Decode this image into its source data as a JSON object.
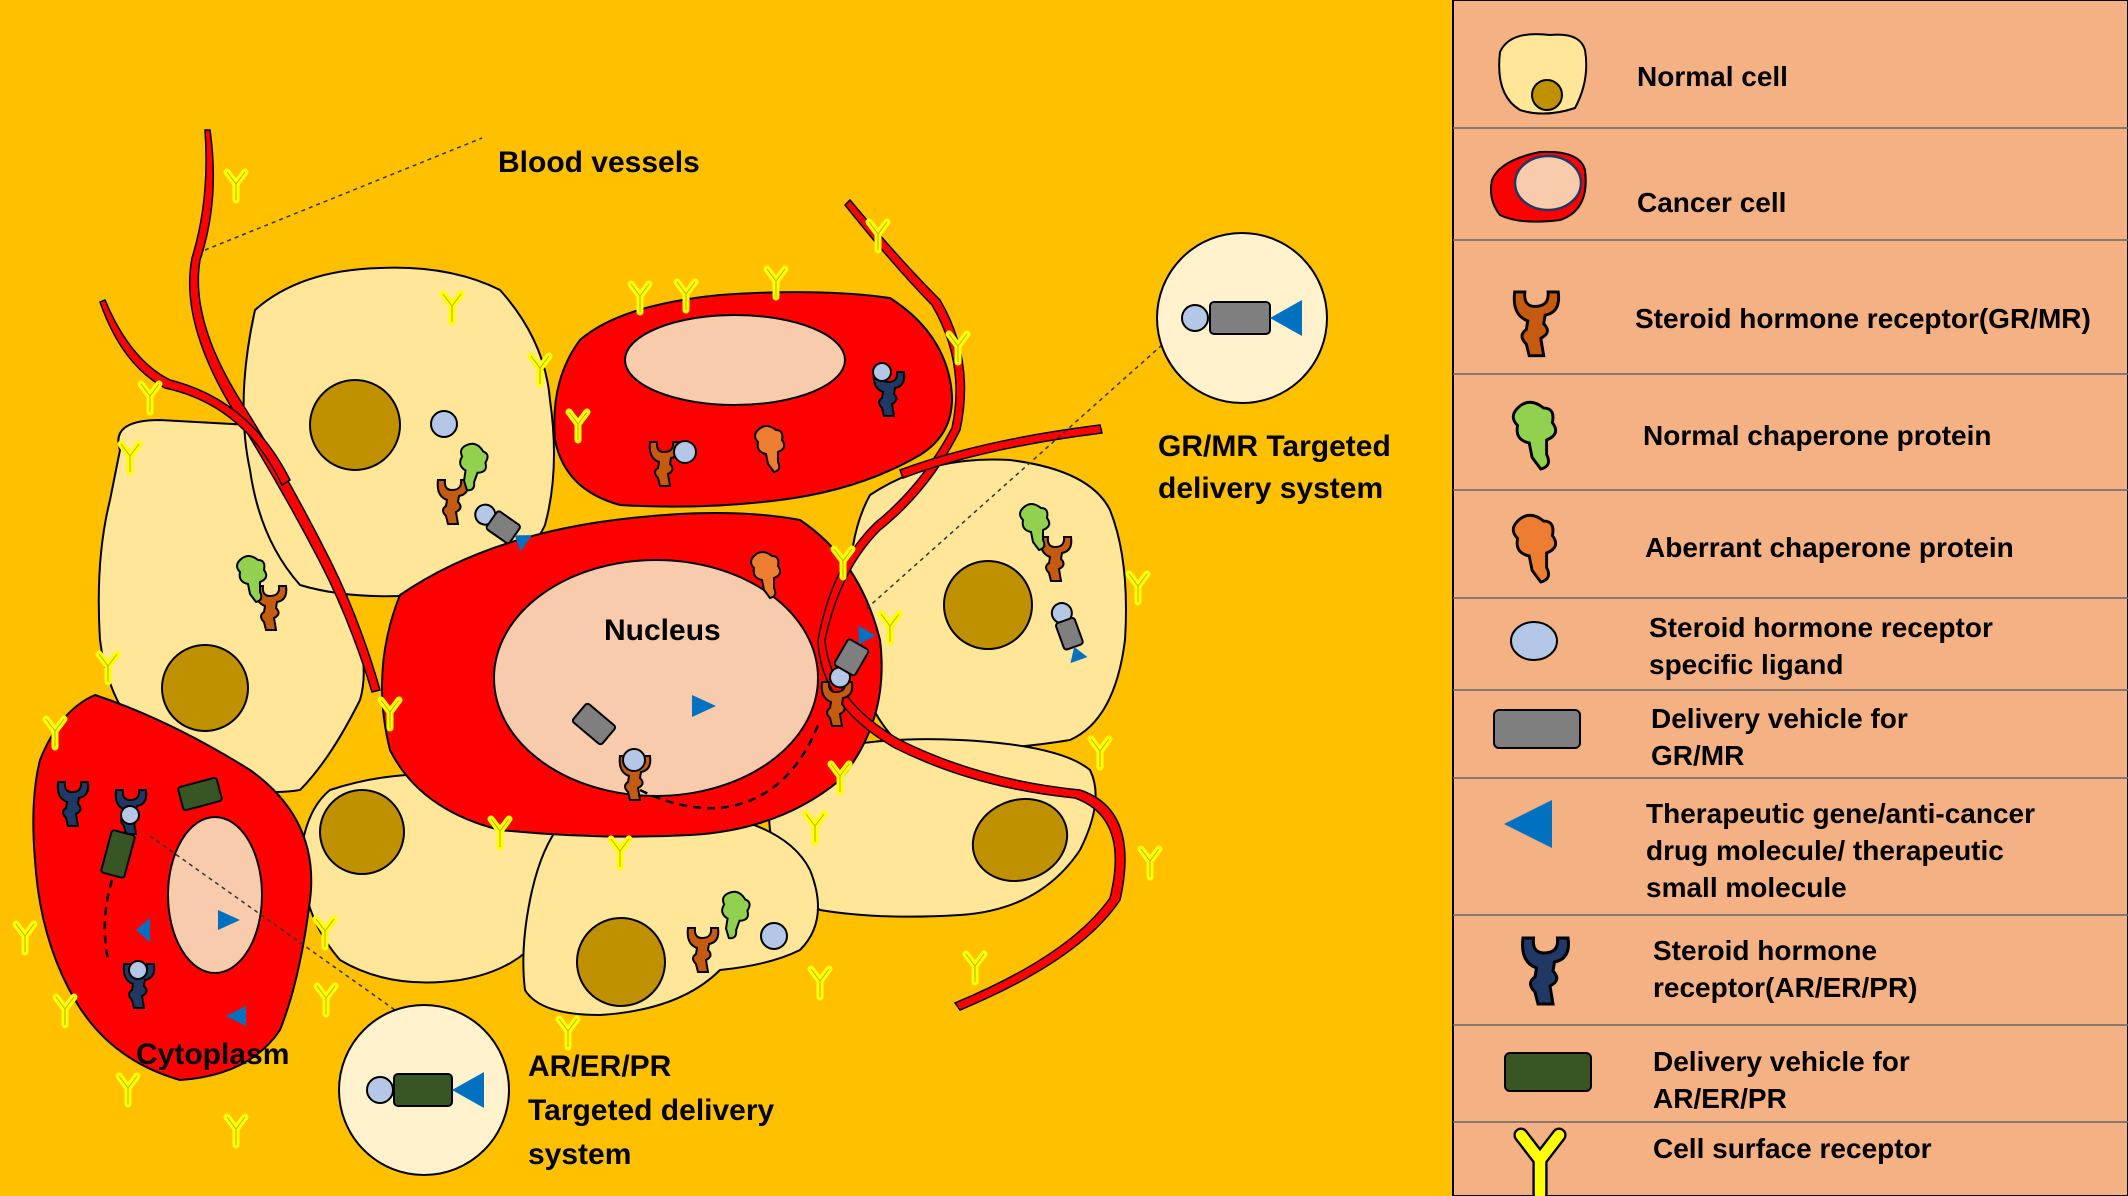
{
  "diagram": {
    "labels": {
      "blood_vessels": "Blood vessels",
      "nucleus": "Nucleus",
      "cytoplasm": "Cytoplasm",
      "gr_mr_system": [
        "GR/MR Targeted",
        "delivery system"
      ],
      "ar_er_pr_system": [
        "AR/ER/PR",
        "Targeted delivery",
        "system"
      ]
    }
  },
  "legend": {
    "items": [
      {
        "icon": "normal-cell-icon",
        "lines": [
          "Normal cell"
        ]
      },
      {
        "icon": "cancer-cell-icon",
        "lines": [
          "Cancer cell"
        ]
      },
      {
        "icon": "steroid-receptor-gr-mr-icon",
        "lines": [
          "Steroid hormone receptor(GR/MR)"
        ]
      },
      {
        "icon": "normal-chaperone-icon",
        "lines": [
          "Normal chaperone protein"
        ]
      },
      {
        "icon": "aberrant-chaperone-icon",
        "lines": [
          "Aberrant chaperone protein"
        ]
      },
      {
        "icon": "ligand-icon",
        "lines": [
          "Steroid hormone receptor",
          "specific ligand"
        ]
      },
      {
        "icon": "gr-mr-vehicle-icon",
        "lines": [
          "Delivery vehicle for",
          "GR/MR"
        ]
      },
      {
        "icon": "therapeutic-molecule-icon",
        "lines": [
          "Therapeutic gene/anti-cancer",
          "drug molecule/ therapeutic",
          "small molecule"
        ]
      },
      {
        "icon": "steroid-receptor-ar-er-pr-icon",
        "lines": [
          "Steroid hormone",
          "receptor(AR/ER/PR)"
        ]
      },
      {
        "icon": "ar-er-pr-vehicle-icon",
        "lines": [
          "Delivery vehicle for",
          "AR/ER/PR"
        ]
      },
      {
        "icon": "cell-surface-receptor-icon",
        "lines": [
          "Cell surface receptor"
        ]
      }
    ]
  },
  "colors": {
    "background": "#FFC000",
    "legend_background": "#F4B183",
    "normal_cell": "#FFE699",
    "cancer_cell": "#FF0000",
    "nucleus_normal": "#BF9000",
    "nucleus_cancer": "#F8CBAD",
    "receptor_gr_mr": "#C55A11",
    "receptor_ar_er_pr": "#203864",
    "normal_chaperone": "#92D050",
    "aberrant_chaperone": "#ED7D31",
    "ligand": "#B4C7E7",
    "gr_mr_vehicle": "#7F7F7F",
    "ar_er_pr_vehicle": "#375623",
    "therapeutic": "#0070C0",
    "surface_receptor": "#FFFF00"
  }
}
